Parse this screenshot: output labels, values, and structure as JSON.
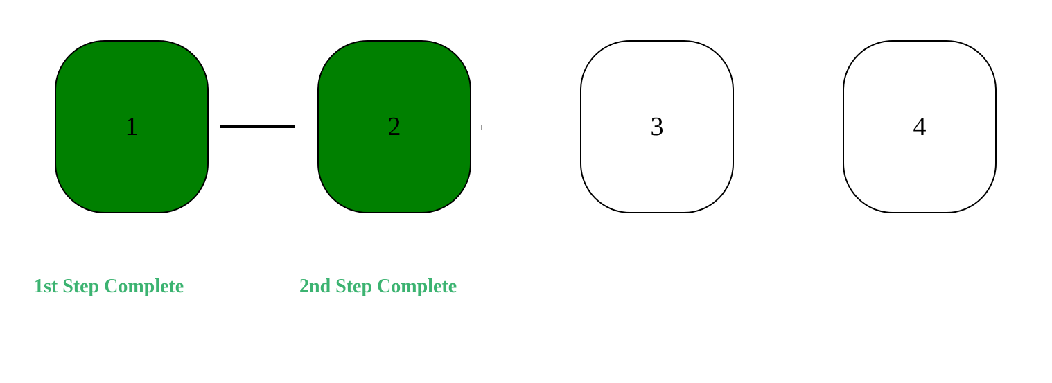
{
  "steps": [
    {
      "number": "1",
      "status": "complete"
    },
    {
      "number": "2",
      "status": "complete"
    },
    {
      "number": "3",
      "status": "pending"
    },
    {
      "number": "4",
      "status": "pending"
    }
  ],
  "labels": [
    "1st Step Complete",
    "2nd Step Complete"
  ],
  "colors": {
    "complete_fill": "#008000",
    "pending_fill": "#ffffff",
    "label_text": "#3cb371",
    "border": "#000000"
  }
}
